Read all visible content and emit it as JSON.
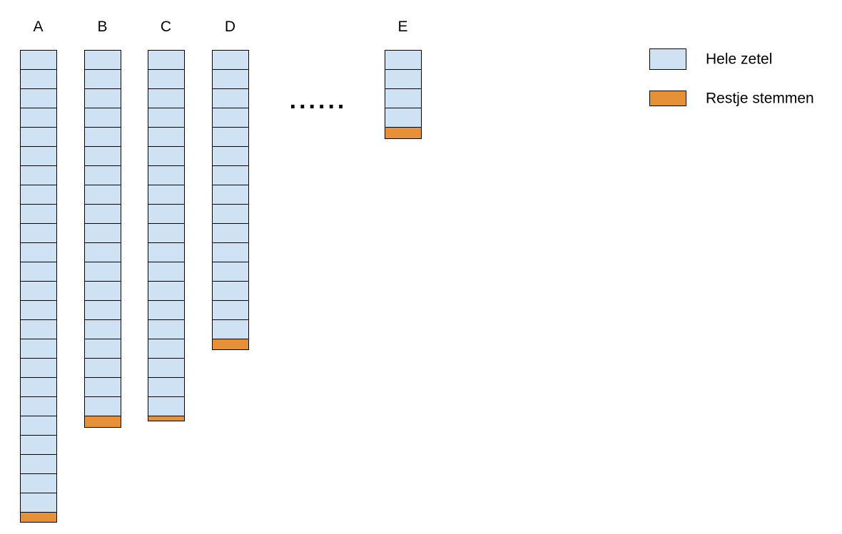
{
  "colors": {
    "whole_seat": "#cfe2f3",
    "remainder": "#e69138",
    "outline": "#000000"
  },
  "parties": [
    {
      "label": "A",
      "whole_seats": 24,
      "remainder_fraction": 0.7
    },
    {
      "label": "B",
      "whole_seats": 19,
      "remainder_fraction": 0.8
    },
    {
      "label": "C",
      "whole_seats": 19,
      "remainder_fraction": 0.35
    },
    {
      "label": "D",
      "whole_seats": 15,
      "remainder_fraction": 0.75
    },
    {
      "label": "E",
      "whole_seats": 4,
      "remainder_fraction": 0.8
    }
  ],
  "ellipsis": "......",
  "legend": {
    "items": [
      {
        "key": "whole_seat",
        "label": "Hele zetel"
      },
      {
        "key": "remainder",
        "label": "Restje stemmen"
      }
    ]
  }
}
